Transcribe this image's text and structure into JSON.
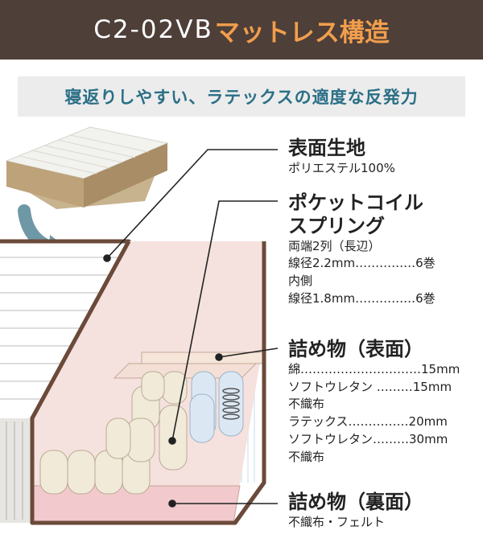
{
  "header": {
    "model": "C2-02VB",
    "title_jp": "マットレス構造"
  },
  "subtitle": "寝返りしやすい、ラテックスの適度な反発力",
  "colors": {
    "header_bg": "#4e3f38",
    "header_accent": "#f29e4c",
    "subtitle_text": "#2a6f86",
    "subtitle_bg": "#ececec",
    "arrow": "#6f98a6",
    "mattress_border": "#6b4a3a",
    "cutaway_pink": "#f5e1de"
  },
  "sections": {
    "surface": {
      "title": "表面生地",
      "detail": "ポリエステル100%"
    },
    "pocket": {
      "title_line1": "ポケットコイル",
      "title_line2": "スプリング",
      "lines": [
        "両端2列（長辺）",
        "線径2.2mm……………6巻",
        "内側",
        "線径1.8mm……………6巻"
      ]
    },
    "fill_top": {
      "title": "詰め物（表面）",
      "lines": [
        "綿…………………………15mm",
        "ソフトウレタン ………15mm",
        "不織布",
        "ラテックス……………20mm",
        "ソフトウレタン………30mm",
        "不織布"
      ]
    },
    "fill_bottom": {
      "title": "詰め物（裏面）",
      "detail": "不織布・フェルト"
    }
  }
}
